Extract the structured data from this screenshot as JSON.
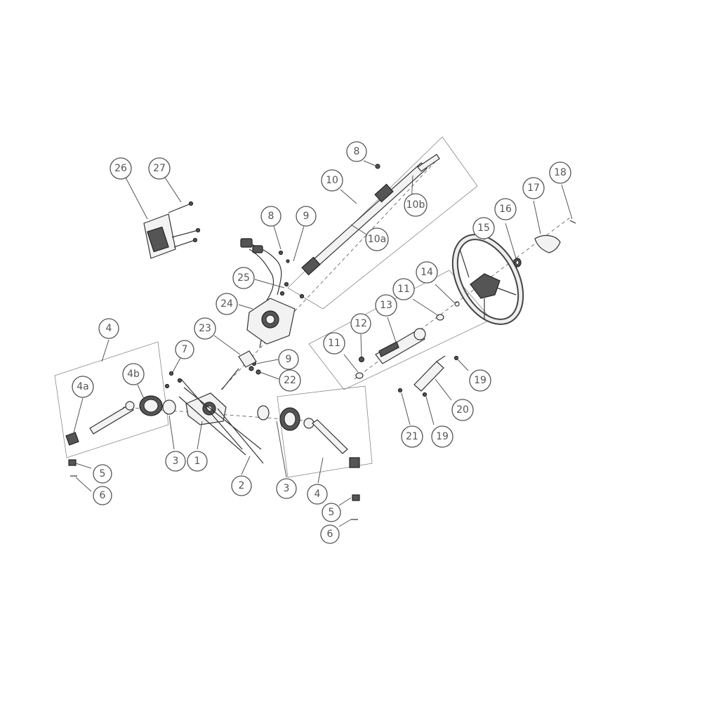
{
  "callouts": [
    {
      "id": "c26",
      "label": "26"
    },
    {
      "id": "c27",
      "label": "27"
    },
    {
      "id": "c8a",
      "label": "8"
    },
    {
      "id": "c10",
      "label": "10"
    },
    {
      "id": "c10b",
      "label": "10b"
    },
    {
      "id": "c10a",
      "label": "10a"
    },
    {
      "id": "c8b",
      "label": "8"
    },
    {
      "id": "c9a",
      "label": "9"
    },
    {
      "id": "c25",
      "label": "25"
    },
    {
      "id": "c24",
      "label": "24"
    },
    {
      "id": "c23",
      "label": "23"
    },
    {
      "id": "c9b",
      "label": "9"
    },
    {
      "id": "c22",
      "label": "22"
    },
    {
      "id": "c7",
      "label": "7"
    },
    {
      "id": "c4a_grp",
      "label": "4"
    },
    {
      "id": "c4b",
      "label": "4b"
    },
    {
      "id": "c4a",
      "label": "4a"
    },
    {
      "id": "c3a",
      "label": "3"
    },
    {
      "id": "c1",
      "label": "1"
    },
    {
      "id": "c2",
      "label": "2"
    },
    {
      "id": "c3b",
      "label": "3"
    },
    {
      "id": "c4b_grp",
      "label": "4"
    },
    {
      "id": "c5a",
      "label": "5"
    },
    {
      "id": "c6a",
      "label": "6"
    },
    {
      "id": "c5b",
      "label": "5"
    },
    {
      "id": "c6b",
      "label": "6"
    },
    {
      "id": "c15",
      "label": "15"
    },
    {
      "id": "c16",
      "label": "16"
    },
    {
      "id": "c17",
      "label": "17"
    },
    {
      "id": "c18",
      "label": "18"
    },
    {
      "id": "c14",
      "label": "14"
    },
    {
      "id": "c11a",
      "label": "11"
    },
    {
      "id": "c13",
      "label": "13"
    },
    {
      "id": "c12",
      "label": "12"
    },
    {
      "id": "c11b",
      "label": "11"
    },
    {
      "id": "c19a",
      "label": "19"
    },
    {
      "id": "c20",
      "label": "20"
    },
    {
      "id": "c21",
      "label": "21"
    },
    {
      "id": "c19b",
      "label": "19"
    }
  ],
  "colors": {
    "line": "#333333",
    "callout": "#555555",
    "background": "#ffffff"
  }
}
